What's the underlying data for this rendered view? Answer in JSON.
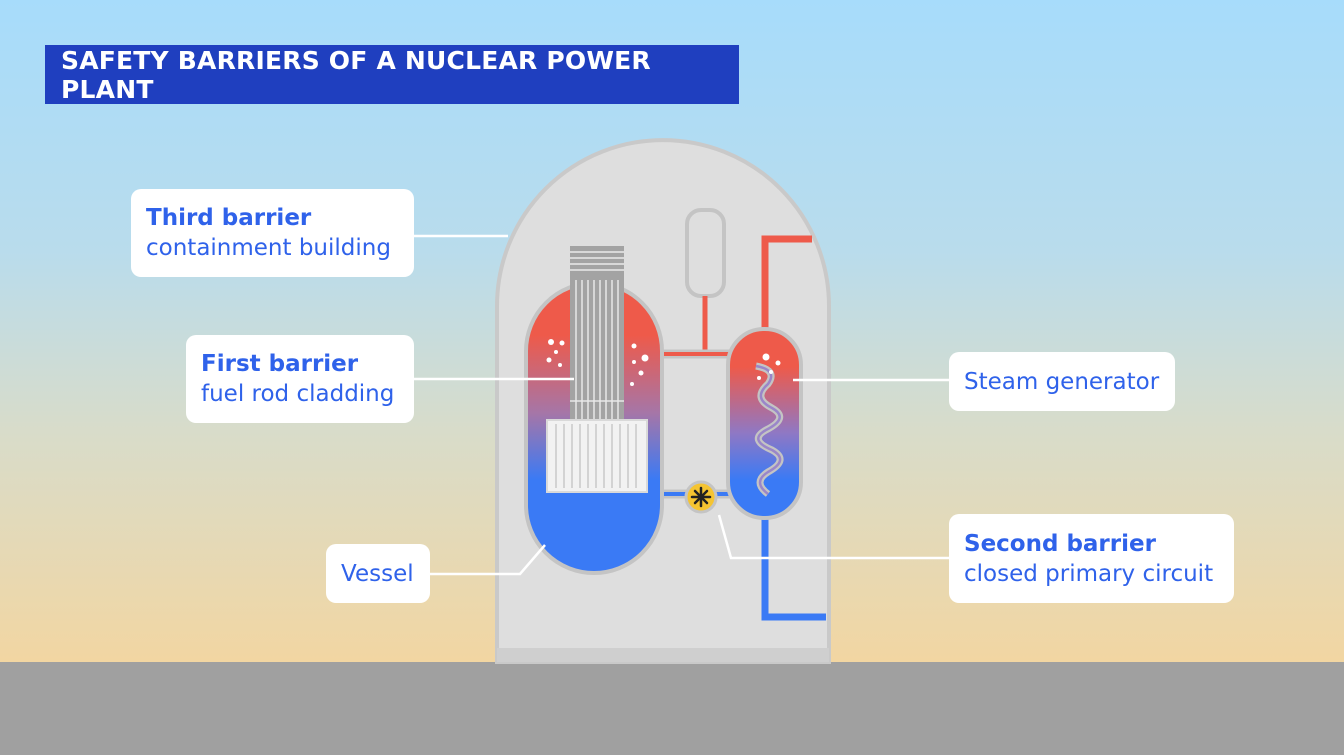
{
  "title": "SAFETY BARRIERS OF A NUCLEAR POWER PLANT",
  "labels": {
    "third": {
      "heading": "Third barrier",
      "detail": "containment building"
    },
    "first": {
      "heading": "First barrier",
      "detail": "fuel rod cladding"
    },
    "vessel": {
      "detail": "Vessel"
    },
    "steam": {
      "detail": "Steam generator"
    },
    "second": {
      "heading": "Second barrier",
      "detail": "closed primary circuit"
    }
  },
  "colors": {
    "title_bg": "#1f3fbf",
    "label_text": "#2f62ea",
    "hot": "#ee5a4a",
    "cold": "#3a7af5",
    "ground": "#a0a0a0",
    "containment": "#dedede",
    "pump": "#f5c431"
  },
  "icons": {
    "pump": "pump-icon"
  }
}
